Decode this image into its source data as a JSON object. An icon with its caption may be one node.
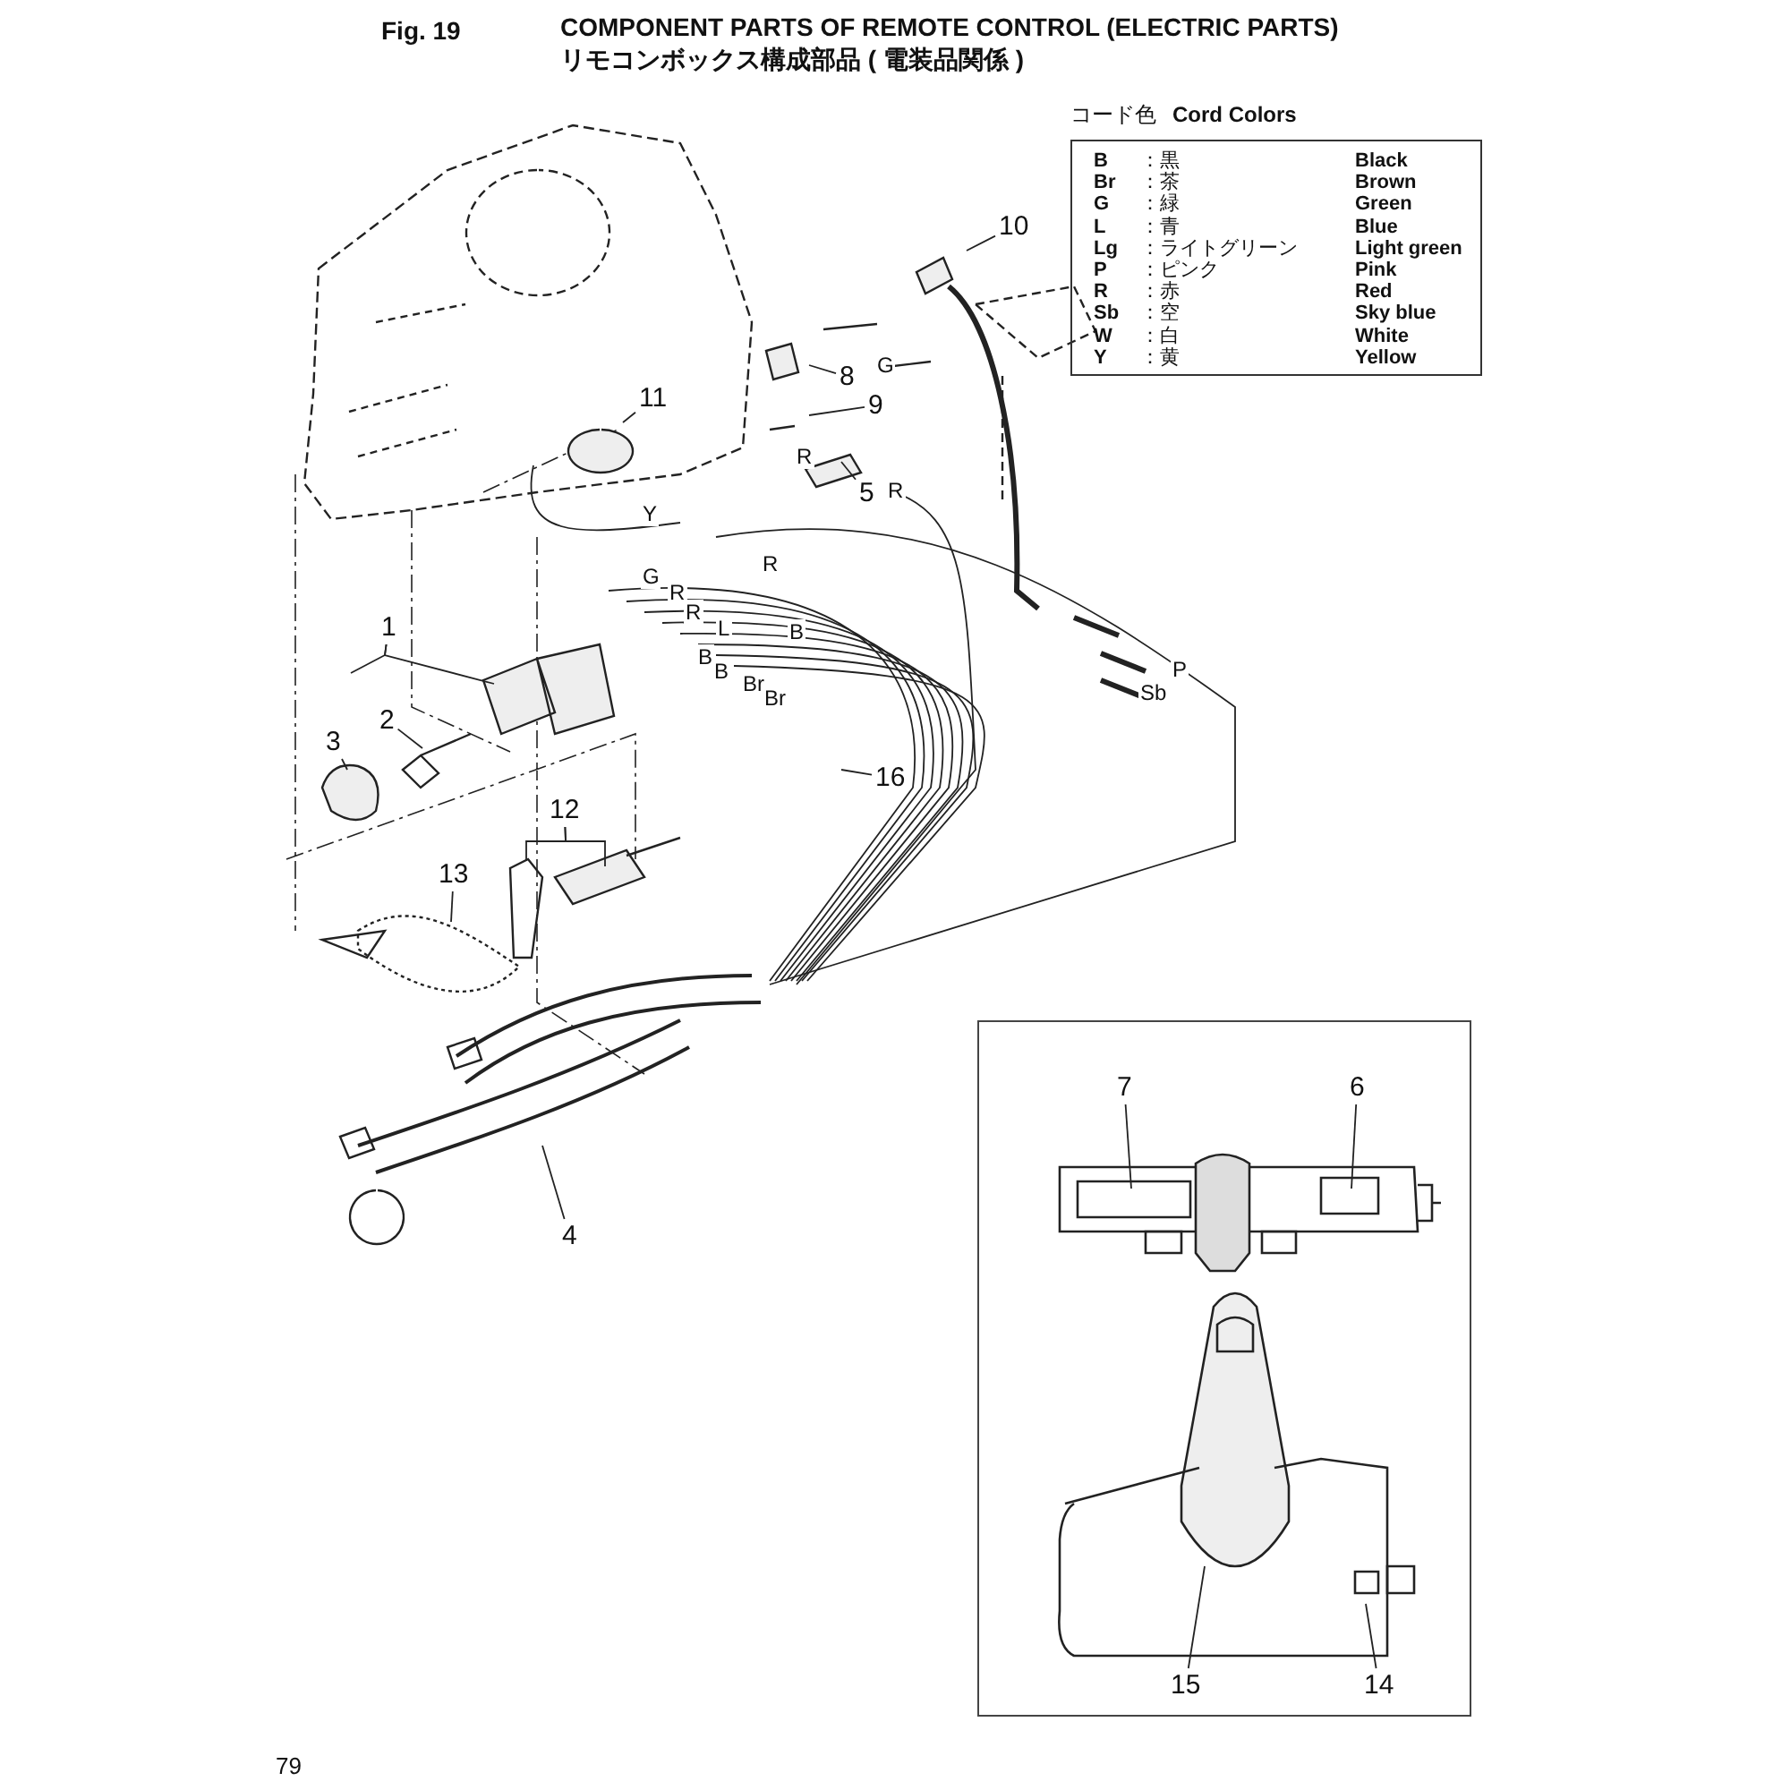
{
  "diagram": {
    "title": "COMPONENT PARTS OF REMOTE CONTROL (ELECTRIC PARTS)",
    "nodes": [
      {
        "text": [
          "10"
        ]
      },
      {
        "text": [
          "8"
        ]
      },
      {
        "text": [
          "9"
        ]
      },
      {
        "text": [
          "11"
        ]
      },
      {
        "text": [
          "5"
        ]
      },
      {
        "text": [
          "1"
        ]
      },
      {
        "text": [
          "2"
        ]
      },
      {
        "text": [
          "3"
        ]
      },
      {
        "text": [
          "16"
        ]
      },
      {
        "text": [
          "12"
        ]
      },
      {
        "text": [
          "13"
        ]
      },
      {
        "text": [
          "4"
        ]
      },
      {
        "text": [],
        "shape": "box"
      },
      {
        "text": [
          "7"
        ],
        "in": 12
      },
      {
        "text": [
          "6"
        ],
        "in": 12
      },
      {
        "text": [
          "15"
        ],
        "in": 12
      },
      {
        "text": [
          "14"
        ],
        "in": 12
      }
    ],
    "edges": [
      {
        "from": 0,
        "to": null,
        "arrow": "none"
      },
      {
        "from": 1,
        "to": null,
        "arrow": "none"
      },
      {
        "from": 2,
        "to": null,
        "arrow": "none"
      },
      {
        "from": 3,
        "to": null,
        "arrow": "none"
      },
      {
        "from": 4,
        "to": null,
        "arrow": "none"
      },
      {
        "from": 5,
        "to": null,
        "arrow": "none"
      },
      {
        "from": 5,
        "to": null,
        "arrow": "none"
      },
      {
        "from": 6,
        "to": null,
        "arrow": "none"
      },
      {
        "from": 7,
        "to": null,
        "arrow": "none"
      },
      {
        "from": 8,
        "to": null,
        "arrow": "none"
      },
      {
        "from": 9,
        "to": null,
        "arrow": "none"
      },
      {
        "from": 9,
        "to": null,
        "arrow": "none"
      },
      {
        "from": 10,
        "to": null,
        "arrow": "none"
      },
      {
        "from": 11,
        "to": null,
        "arrow": "none"
      },
      {
        "from": 13,
        "to": null,
        "arrow": "none"
      },
      {
        "from": 14,
        "to": null,
        "arrow": "none"
      },
      {
        "from": 15,
        "to": null,
        "arrow": "none"
      },
      {
        "from": 16,
        "to": null,
        "arrow": "none"
      }
    ],
    "labels": [
      "Fig. 19",
      "リモコンボックス構成部品 ( 電装品関係 )",
      "コード色",
      "Cord Colors",
      "B",
      "：黒",
      "Black",
      "Br",
      "：茶",
      "Brown",
      "G",
      "：緑",
      "Green",
      "L",
      "：青",
      "Blue",
      "Lg",
      "：ライトグリーン",
      "Light green",
      "P",
      "：ピンク",
      "Pink",
      "R",
      "：赤",
      "Red",
      "Sb",
      "：空",
      "Sky blue",
      "W",
      "：白",
      "White",
      "Y",
      "：黄",
      "Yellow",
      "G",
      "R",
      "R",
      "Y",
      "R",
      "G",
      "R",
      "R",
      "L",
      "B",
      "B",
      "B",
      "Br",
      "Br",
      "P",
      "Sb",
      "79"
    ]
  }
}
